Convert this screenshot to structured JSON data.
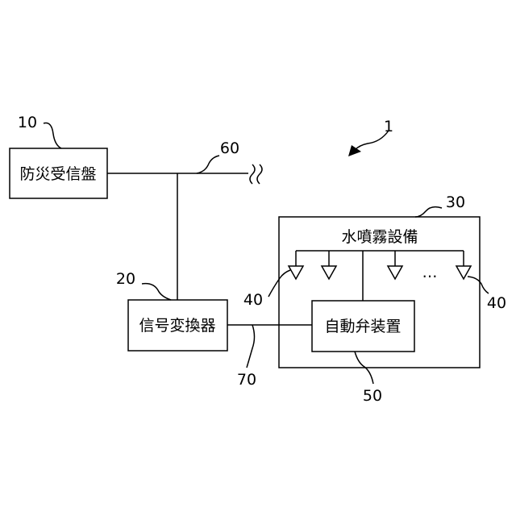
{
  "refs": {
    "system": "1",
    "receiver": "10",
    "converter": "20",
    "equipment": "30",
    "nozzle_left": "40",
    "nozzle_right": "40",
    "valve": "50",
    "line_main": "60",
    "line_signal": "70"
  },
  "boxes": {
    "receiver": "防災受信盤",
    "converter": "信号変換器",
    "equipment": "水噴霧設備",
    "valve": "自動弁装置"
  },
  "ellipsis": "…"
}
